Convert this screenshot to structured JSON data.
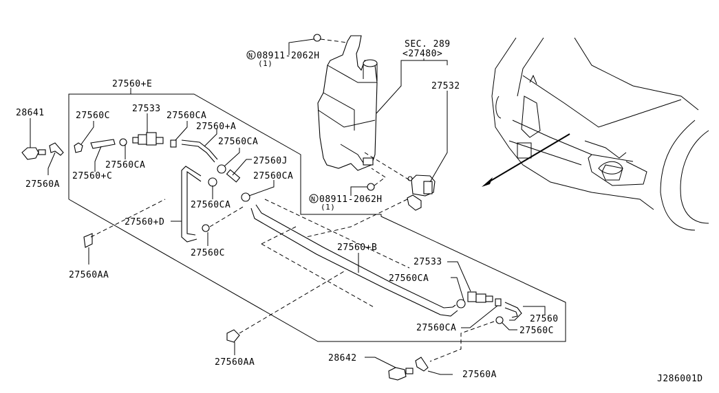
{
  "diagram": {
    "type": "exploded-parts-diagram",
    "subject": "Windshield washer system (headlamp washer hoses and nozzles)",
    "reference_code": "J286001D",
    "section_ref": {
      "label": "SEC. 289",
      "sub": "<27480>"
    },
    "labels": {
      "l27560E": "27560+E",
      "l28641": "28641",
      "l27560C_1": "27560C",
      "l27533_1": "27533",
      "l27560CA_1": "27560CA",
      "l27560A_plus": "27560+A",
      "l27560CA_2": "27560CA",
      "l27560CA_3": "27560CA",
      "l27560C_plus": "27560+C",
      "l27560A_1": "27560A",
      "l27560J": "27560J",
      "l27560CA_4": "27560CA",
      "l27560CA_5": "27560CA",
      "l27560D": "27560+D",
      "l27560C_2": "27560C",
      "l27560AA_1": "27560AA",
      "l27560AA_2": "27560AA",
      "l27560B": "27560+B",
      "l27533_2": "27533",
      "l27560CA_6": "27560CA",
      "l27560CA_7": "27560CA",
      "l27560": "27560",
      "l27560C_3": "27560C",
      "l28642": "28642",
      "l27560A_2": "27560A",
      "l27532": "27532",
      "bolt_top_part": "08911-2062H",
      "bolt_top_qty": "(1)",
      "bolt_bottom_part": "08911-2062H",
      "bolt_bottom_qty": "(1)",
      "nut_symbol": "N"
    }
  }
}
